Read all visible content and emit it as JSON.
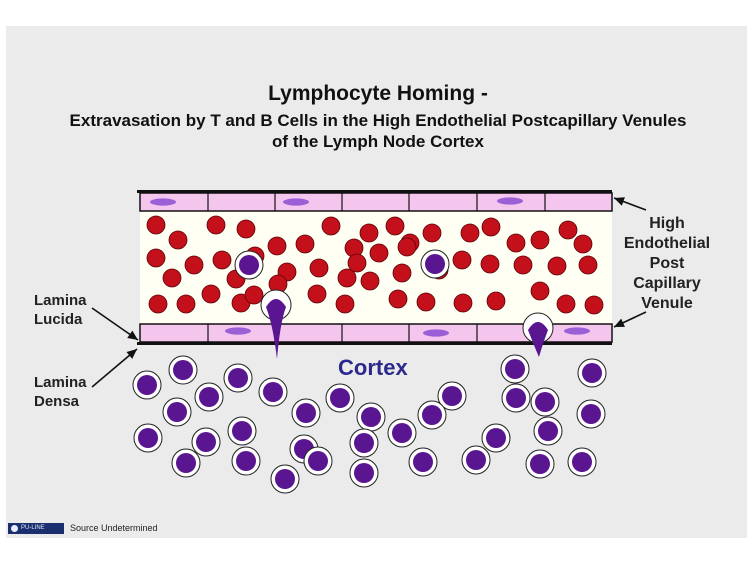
{
  "title": "Lymphocyte Homing -",
  "subtitle_line1": "Extravasation by T and B Cells in the High Endothelial Postcapillary Venules",
  "subtitle_line2": "of the Lymph Node Cortex",
  "labels": {
    "high_endothelial": [
      "High",
      "Endothelial",
      "Post",
      "Capillary",
      "Venule"
    ],
    "lamina_lucida": [
      "Lamina",
      "Lucida"
    ],
    "lamina_densa": [
      "Lamina",
      "Densa"
    ],
    "cortex": "Cortex"
  },
  "footer": {
    "logo_text": "PU-LINE",
    "source": "Source Undetermined"
  },
  "colors": {
    "endothelium": "#f4c6ee",
    "nucleus_pink": "#9c5fd6",
    "red_cell": "#c4101a",
    "lymphocyte_nucleus": "#5a1590",
    "lumen": "#fffff3",
    "cortex_text": "#2b2a8c",
    "background": "#ebebeb"
  },
  "icons": [
    "arrow-icon",
    "red-blood-cell-icon",
    "lymphocyte-icon",
    "extravasating-lymphocyte-icon",
    "logo-icon"
  ]
}
